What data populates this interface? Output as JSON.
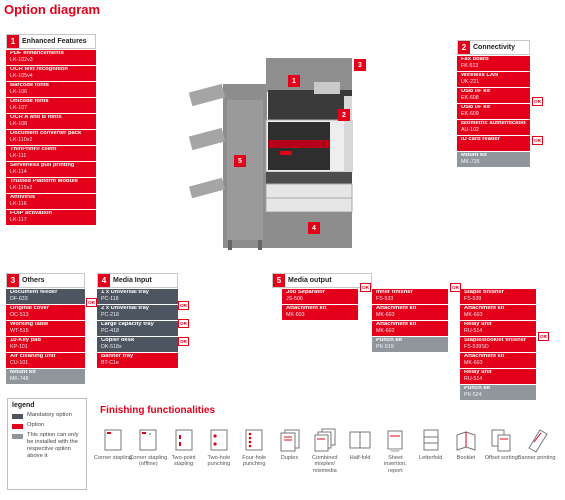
{
  "title": "Option diagram",
  "enhanced": {
    "number": "1",
    "title": "Enhanced Features",
    "items": [
      {
        "name": "PDF enhancements",
        "code": "LK-102v3"
      },
      {
        "name": "OCR text recognition",
        "code": "LK-105v4"
      },
      {
        "name": "Barcode fonts",
        "code": "LK-106"
      },
      {
        "name": "Unicode fonts",
        "code": "LK-107"
      },
      {
        "name": "OCR A and B fonts",
        "code": "LK-108"
      },
      {
        "name": "Document converter pack",
        "code": "LK-110v2"
      },
      {
        "name": "ThinPrint® client",
        "code": "LK-111"
      },
      {
        "name": "Serverless pull printing",
        "code": "LK-114"
      },
      {
        "name": "Trusted Platform Module",
        "code": "LK-115v2"
      },
      {
        "name": "Antivirus",
        "code": "LK-116"
      },
      {
        "name": "FOIP activation",
        "code": "LK-117"
      }
    ]
  },
  "connectivity": {
    "number": "2",
    "title": "Connectivity",
    "items": [
      {
        "name": "Fax board",
        "code": "FK-513"
      },
      {
        "name": "Wireless LAN",
        "code": "UK-221"
      },
      {
        "name": "USB I/F kit",
        "code": "EK-608"
      },
      {
        "name": "USB I/F kit",
        "code": "EK-609"
      },
      {
        "name": "Biometric authentication",
        "code": "AU-102"
      },
      {
        "name": "ID card reader",
        "code": ""
      },
      {
        "name": "Mount kit",
        "code": "MK-735"
      }
    ]
  },
  "others": {
    "number": "3",
    "title": "Others",
    "items": [
      {
        "name": "Document feeder",
        "code": "DF-633"
      },
      {
        "name": "Original cover",
        "code": "OC-513"
      },
      {
        "name": "Working table",
        "code": "WT-515"
      },
      {
        "name": "10-Key pad",
        "code": "KP-101"
      },
      {
        "name": "Air cleaning unit",
        "code": "CU-101"
      },
      {
        "name": "Mount kit",
        "code": "MK-748"
      }
    ]
  },
  "media_input": {
    "number": "4",
    "title": "Media Input",
    "items": [
      {
        "name": "1 x Universal tray",
        "code": "PC-118"
      },
      {
        "name": "2 x Universal tray",
        "code": "PC-218"
      },
      {
        "name": "Large capacity tray",
        "code": "PC-418"
      },
      {
        "name": "Copier desk",
        "code": "DK-518x"
      },
      {
        "name": "Banner tray",
        "code": "BT-C1e"
      }
    ]
  },
  "media_output": {
    "number": "5",
    "title": "Media output",
    "col1": [
      {
        "name": "Job Separator",
        "code": "JS-506"
      },
      {
        "name": "Attachment kit",
        "code": "MK-603"
      }
    ],
    "col2": [
      {
        "name": "Inner finisher",
        "code": "FS-533"
      },
      {
        "name": "Attachment kit",
        "code": "MK-603"
      },
      {
        "name": "Attachment kit",
        "code": "MK-602"
      },
      {
        "name": "Punch kit",
        "code": "PK-519"
      }
    ],
    "col3": [
      {
        "name": "Staple finisher",
        "code": "FS-539"
      },
      {
        "name": "Attachment kit",
        "code": "MK-603"
      },
      {
        "name": "Relay unit",
        "code": "RU-514"
      },
      {
        "name": "Staple/booklet  finisher",
        "code": "FS-539SD"
      },
      {
        "name": "Attachment kit",
        "code": "MK-603"
      },
      {
        "name": "Relay unit",
        "code": "RU-514"
      },
      {
        "name": "Punch kit",
        "code": "PK-524"
      }
    ]
  },
  "or_label": "OR",
  "machine": {
    "badge_number": "5",
    "callouts": [
      "1",
      "3",
      "2",
      "5",
      "4"
    ]
  },
  "legend": {
    "title": "legend",
    "mandatory": "Mandatory option",
    "option": "Option",
    "note": "This option can only be installed with the respective option above it"
  },
  "finishing": {
    "title": "Finishing functionalities",
    "items": [
      {
        "label": "Corner stapling",
        "icon": "corner-stapling-icon"
      },
      {
        "label": "Corner stapling (offline)",
        "icon": "corner-stapling-offline-icon"
      },
      {
        "label": "Two-point stapling",
        "icon": "two-point-stapling-icon"
      },
      {
        "label": "Two-hole punching",
        "icon": "two-hole-punching-icon"
      },
      {
        "label": "Four-hole punching",
        "icon": "four-hole-punching-icon"
      },
      {
        "label": "Duplex",
        "icon": "duplex-icon"
      },
      {
        "label": "Combined mixplex/ mixmedia",
        "icon": "mixplex-icon"
      },
      {
        "label": "Half-fold",
        "icon": "half-fold-icon"
      },
      {
        "label": "Sheet insertion, report",
        "icon": "sheet-insertion-icon"
      },
      {
        "label": "Letterfold",
        "icon": "letterfold-icon"
      },
      {
        "label": "Booklet",
        "icon": "booklet-icon"
      },
      {
        "label": "Offset sorting",
        "icon": "offset-sorting-icon"
      },
      {
        "label": "Banner printing",
        "icon": "banner-printing-icon"
      }
    ]
  },
  "colors": {
    "red": "#e2001a",
    "dark": "#4c5560",
    "grey": "#8f969c"
  }
}
